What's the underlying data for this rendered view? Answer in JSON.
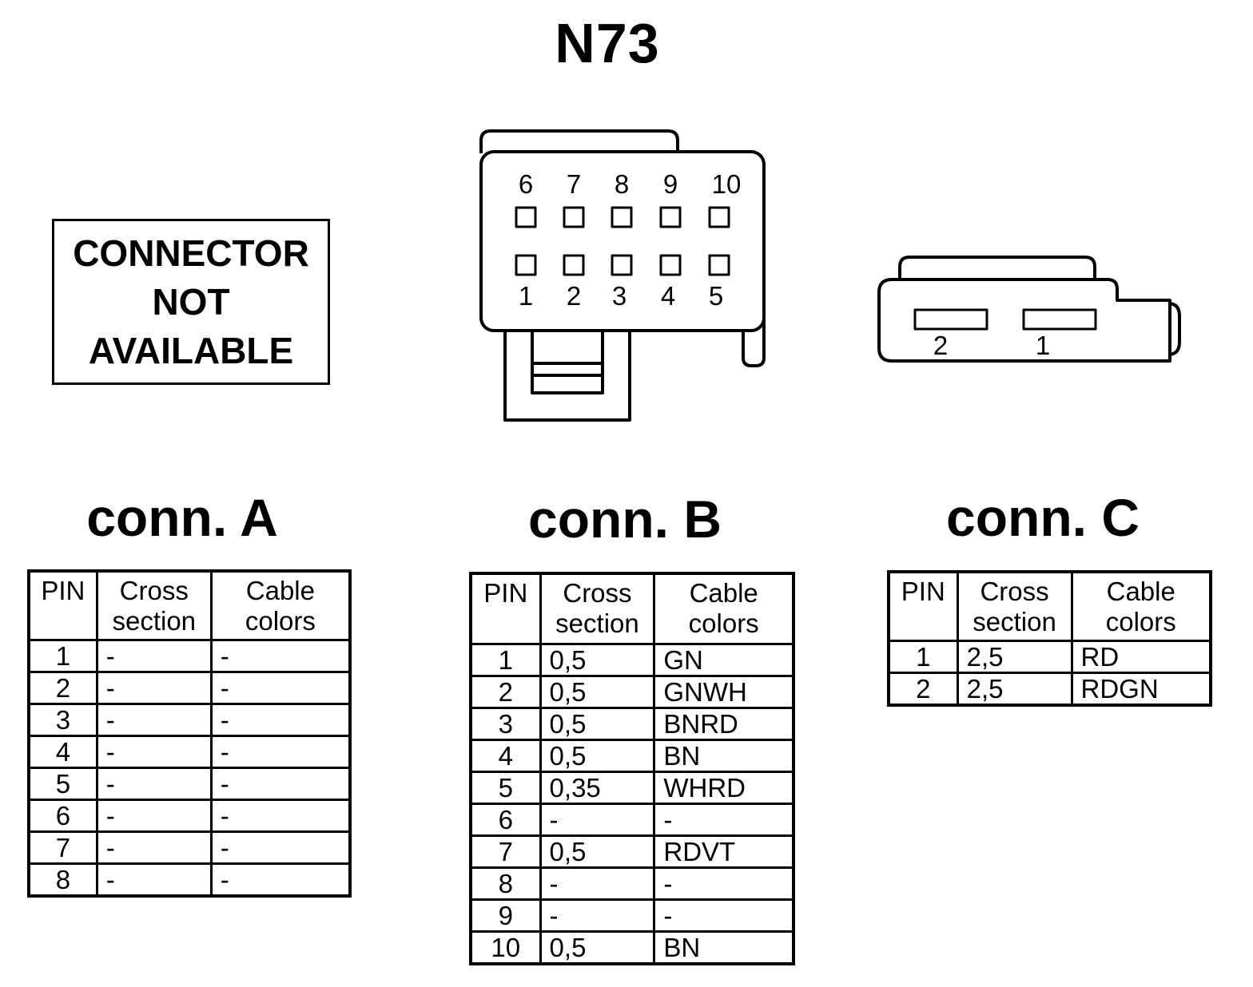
{
  "title": "N73",
  "not_available": [
    "CONNECTOR",
    "NOT",
    "AVAILABLE"
  ],
  "connector_b_drawing": {
    "top_row_labels": [
      "6",
      "7",
      "8",
      "9",
      "10"
    ],
    "bottom_row_labels": [
      "1",
      "2",
      "3",
      "4",
      "5"
    ]
  },
  "connector_c_drawing": {
    "slot_labels": [
      "2",
      "1"
    ]
  },
  "headers": {
    "pin": "PIN",
    "cross_section": [
      "Cross",
      "section"
    ],
    "cable_colors": [
      "Cable",
      "colors"
    ]
  },
  "connectors": [
    {
      "name": "conn. A",
      "rows": [
        {
          "pin": "1",
          "section": "-",
          "color": "-"
        },
        {
          "pin": "2",
          "section": "-",
          "color": "-"
        },
        {
          "pin": "3",
          "section": "-",
          "color": "-"
        },
        {
          "pin": "4",
          "section": "-",
          "color": "-"
        },
        {
          "pin": "5",
          "section": "-",
          "color": "-"
        },
        {
          "pin": "6",
          "section": "-",
          "color": "-"
        },
        {
          "pin": "7",
          "section": "-",
          "color": "-"
        },
        {
          "pin": "8",
          "section": "-",
          "color": "-"
        }
      ]
    },
    {
      "name": "conn. B",
      "rows": [
        {
          "pin": "1",
          "section": "0,5",
          "color": "GN"
        },
        {
          "pin": "2",
          "section": "0,5",
          "color": "GNWH"
        },
        {
          "pin": "3",
          "section": "0,5",
          "color": "BNRD"
        },
        {
          "pin": "4",
          "section": "0,5",
          "color": "BN"
        },
        {
          "pin": "5",
          "section": "0,35",
          "color": "WHRD"
        },
        {
          "pin": "6",
          "section": "-",
          "color": "-"
        },
        {
          "pin": "7",
          "section": "0,5",
          "color": "RDVT"
        },
        {
          "pin": "8",
          "section": "-",
          "color": "-"
        },
        {
          "pin": "9",
          "section": "-",
          "color": "-"
        },
        {
          "pin": "10",
          "section": "0,5",
          "color": "BN"
        }
      ]
    },
    {
      "name": "conn. C",
      "rows": [
        {
          "pin": "1",
          "section": "2,5",
          "color": "RD"
        },
        {
          "pin": "2",
          "section": "2,5",
          "color": "RDGN"
        }
      ]
    }
  ]
}
